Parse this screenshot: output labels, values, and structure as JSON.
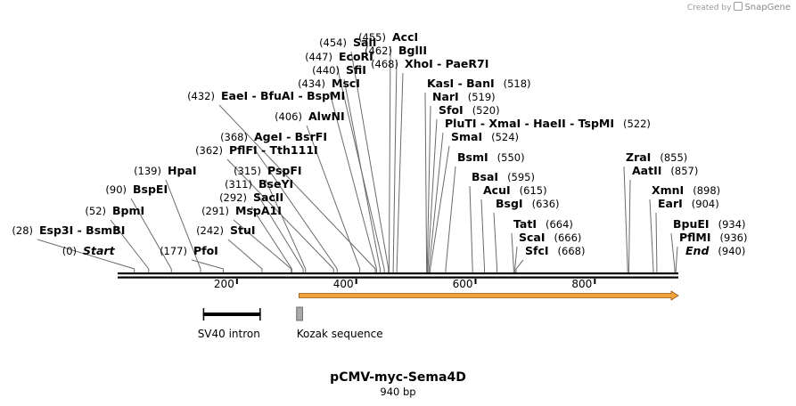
{
  "credit": {
    "prefix": "Created by",
    "brand": "SnapGene"
  },
  "map": {
    "title": "pCMV-myc-Sema4D",
    "subtitle": "940 bp",
    "length": 940,
    "ruler_ticks": [
      {
        "pos": 200,
        "label": "200"
      },
      {
        "pos": 400,
        "label": "400"
      },
      {
        "pos": 600,
        "label": "600"
      },
      {
        "pos": 800,
        "label": "800"
      }
    ]
  },
  "sites": [
    {
      "pos": 0,
      "pos_label": "(0)",
      "names": [
        "Start"
      ],
      "italic": true
    },
    {
      "pos": 28,
      "pos_label": "(28)",
      "names": [
        "Esp3I",
        "BsmBI"
      ]
    },
    {
      "pos": 52,
      "pos_label": "(52)",
      "names": [
        "BpmI"
      ]
    },
    {
      "pos": 90,
      "pos_label": "(90)",
      "names": [
        "BspEI"
      ]
    },
    {
      "pos": 139,
      "pos_label": "(139)",
      "names": [
        "HpaI"
      ]
    },
    {
      "pos": 177,
      "pos_label": "(177)",
      "names": [
        "PfoI"
      ],
      "pos_before": true
    },
    {
      "pos": 242,
      "pos_label": "(242)",
      "names": [
        "StuI"
      ]
    },
    {
      "pos": 291,
      "pos_label": "(291)",
      "names": [
        "MspA1I"
      ]
    },
    {
      "pos": 292,
      "pos_label": "(292)",
      "names": [
        "SacII"
      ]
    },
    {
      "pos": 311,
      "pos_label": "(311)",
      "names": [
        "BseYI"
      ]
    },
    {
      "pos": 315,
      "pos_label": "(315)",
      "names": [
        "PspFI"
      ]
    },
    {
      "pos": 362,
      "pos_label": "(362)",
      "names": [
        "PflFI",
        "Tth111I"
      ]
    },
    {
      "pos": 368,
      "pos_label": "(368)",
      "names": [
        "AgeI",
        "BsrFI"
      ]
    },
    {
      "pos": 406,
      "pos_label": "(406)",
      "names": [
        "AlwNI"
      ]
    },
    {
      "pos": 432,
      "pos_label": "(432)",
      "names": [
        "EaeI",
        "BfuAI",
        "BspMI"
      ]
    },
    {
      "pos": 434,
      "pos_label": "(434)",
      "names": [
        "MscI"
      ]
    },
    {
      "pos": 440,
      "pos_label": "(440)",
      "names": [
        "SfiI"
      ]
    },
    {
      "pos": 447,
      "pos_label": "(447)",
      "names": [
        "EcoRI"
      ]
    },
    {
      "pos": 454,
      "pos_label": "(454)",
      "names": [
        "SalI"
      ]
    },
    {
      "pos": 455,
      "pos_label": "(455)",
      "names": [
        "AccI"
      ]
    },
    {
      "pos": 462,
      "pos_label": "(462)",
      "names": [
        "BglII"
      ]
    },
    {
      "pos": 468,
      "pos_label": "(468)",
      "names": [
        "XhoI",
        "PaeR7I"
      ]
    },
    {
      "pos": 518,
      "pos_label": "(518)",
      "names": [
        "KasI",
        "BanI"
      ]
    },
    {
      "pos": 519,
      "pos_label": "(519)",
      "names": [
        "NarI"
      ]
    },
    {
      "pos": 520,
      "pos_label": "(520)",
      "names": [
        "SfoI"
      ]
    },
    {
      "pos": 522,
      "pos_label": "(522)",
      "names": [
        "PluTI",
        "XmaI",
        "HaeII",
        "TspMI"
      ]
    },
    {
      "pos": 524,
      "pos_label": "(524)",
      "names": [
        "SmaI"
      ]
    },
    {
      "pos": 550,
      "pos_label": "(550)",
      "names": [
        "BsmI"
      ]
    },
    {
      "pos": 595,
      "pos_label": "(595)",
      "names": [
        "BsaI"
      ]
    },
    {
      "pos": 615,
      "pos_label": "(615)",
      "names": [
        "AcuI"
      ]
    },
    {
      "pos": 636,
      "pos_label": "(636)",
      "names": [
        "BsgI"
      ]
    },
    {
      "pos": 664,
      "pos_label": "(664)",
      "names": [
        "TatI"
      ]
    },
    {
      "pos": 666,
      "pos_label": "(666)",
      "names": [
        "ScaI"
      ]
    },
    {
      "pos": 668,
      "pos_label": "(668)",
      "names": [
        "SfcI"
      ]
    },
    {
      "pos": 855,
      "pos_label": "(855)",
      "names": [
        "ZraI"
      ]
    },
    {
      "pos": 857,
      "pos_label": "(857)",
      "names": [
        "AatII"
      ]
    },
    {
      "pos": 898,
      "pos_label": "(898)",
      "names": [
        "XmnI"
      ]
    },
    {
      "pos": 904,
      "pos_label": "(904)",
      "names": [
        "EarI"
      ]
    },
    {
      "pos": 934,
      "pos_label": "(934)",
      "names": [
        "BpuEI"
      ]
    },
    {
      "pos": 936,
      "pos_label": "(936)",
      "names": [
        "PflMI"
      ]
    },
    {
      "pos": 940,
      "pos_label": "(940)",
      "names": [
        "End"
      ],
      "italic": true
    }
  ],
  "features": [
    {
      "name": "SV40 intron",
      "start": 143,
      "end": 240,
      "kind": "intron",
      "color": "#000000"
    },
    {
      "name": "Kozak sequence",
      "start": 300,
      "end": 310,
      "kind": "box",
      "color": "#a9a9a9"
    },
    {
      "name": "orf",
      "start": 304,
      "end": 940,
      "kind": "arrow",
      "color": "#f2a23a",
      "label_hidden": true
    }
  ]
}
